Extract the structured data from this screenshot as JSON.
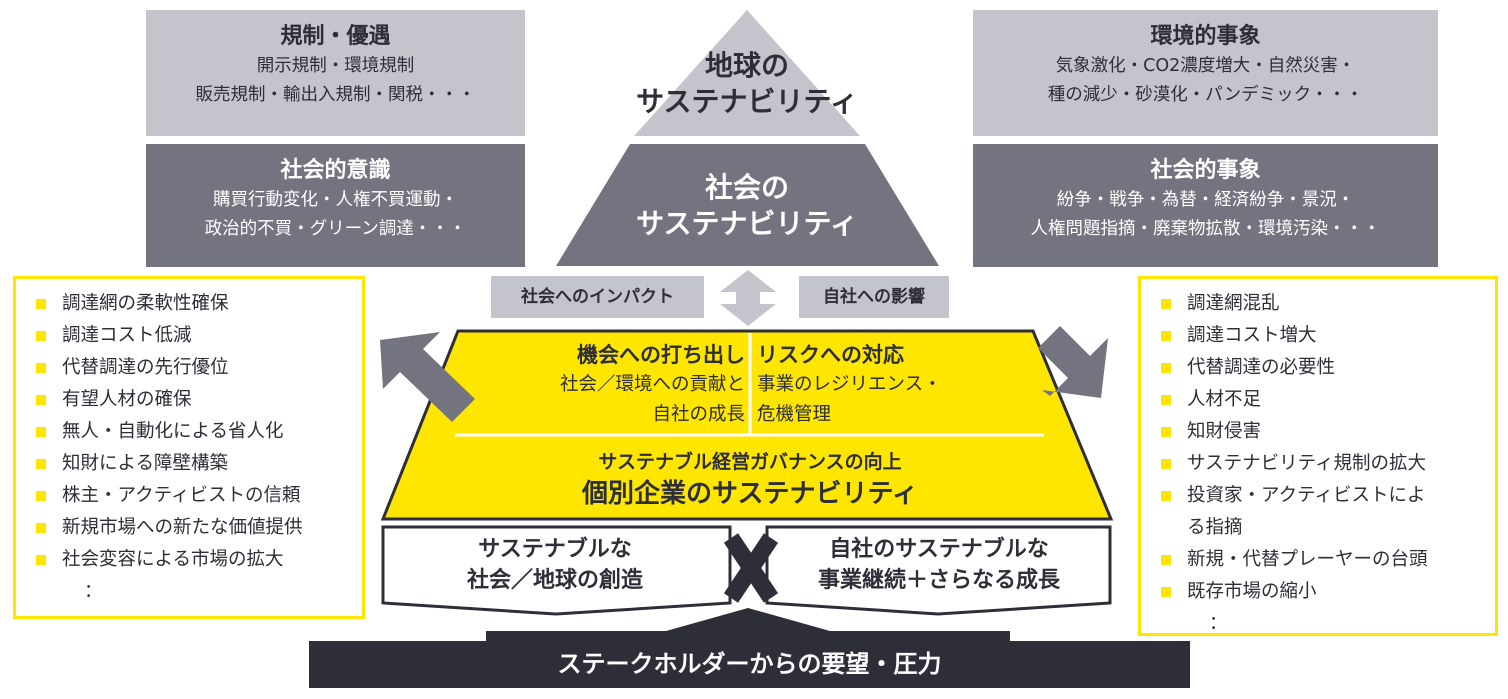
{
  "top_left_box": {
    "title": "規制・優遇",
    "line1": "開示規制・環境規制",
    "line2": "販売規制・輸出入規制・関税・・・"
  },
  "top_right_box": {
    "title": "環境的事象",
    "line1": "気象激化・CO2濃度増大・自然災害・",
    "line2": "種の減少・砂漠化・パンデミック・・・"
  },
  "mid_left_box": {
    "title": "社会的意識",
    "line1": "購買行動変化・人権不買運動・",
    "line2": "政治的不買・グリーン調達・・・"
  },
  "mid_right_box": {
    "title": "社会的事象",
    "line1": "紛争・戦争・為替・経済紛争・景況・",
    "line2": "人権問題指摘・廃棄物拡散・環境汚染・・・"
  },
  "pyramid": {
    "top_line1": "地球の",
    "top_line2": "サステナビリティ",
    "mid_line1": "社会の",
    "mid_line2": "サステナビリティ"
  },
  "tags": {
    "left": "社会へのインパクト",
    "right": "自社への影響"
  },
  "company": {
    "opportunity_title": "機会への打ち出し",
    "opportunity_line1": "社会／環境への貢献と",
    "opportunity_line2": "自社の成長",
    "risk_title": "リスクへの対応",
    "risk_line1": "事業のレジリエンス・",
    "risk_line2": "危機管理",
    "governance": "サステナブル経営ガバナンスの向上",
    "main": "個別企業のサステナビリティ"
  },
  "bottom_left": {
    "line1": "サステナブルな",
    "line2": "社会／地球の創造"
  },
  "bottom_right": {
    "line1": "自社のサステナブルな",
    "line2": "事業継続＋さらなる成長"
  },
  "stakeholder": "ステークホルダーからの要望・圧力",
  "left_list": [
    "調達網の柔軟性確保",
    "調達コスト低減",
    "代替調達の先行優位",
    "有望人材の確保",
    "無人・自動化による省人化",
    "知財による障壁構築",
    "株主・アクティビストの信頼",
    "新規市場への新たな価値提供",
    "社会変容による市場の拡大"
  ],
  "left_list_more": "：",
  "right_list": [
    "調達網混乱",
    "調達コスト増大",
    "代替調達の必要性",
    "人材不足",
    "知財侵害",
    "サステナビリティ規制の拡大",
    "投資家・アクティビストによ",
    "新規・代替プレーヤーの台頭",
    "既存市場の縮小"
  ],
  "right_list_wrap": "る指摘",
  "right_list_more": "：",
  "colors": {
    "yellow": "#ffe600",
    "dark_gray": "#747480",
    "light_gray": "#c4c4cd",
    "charcoal": "#2e2e38"
  }
}
